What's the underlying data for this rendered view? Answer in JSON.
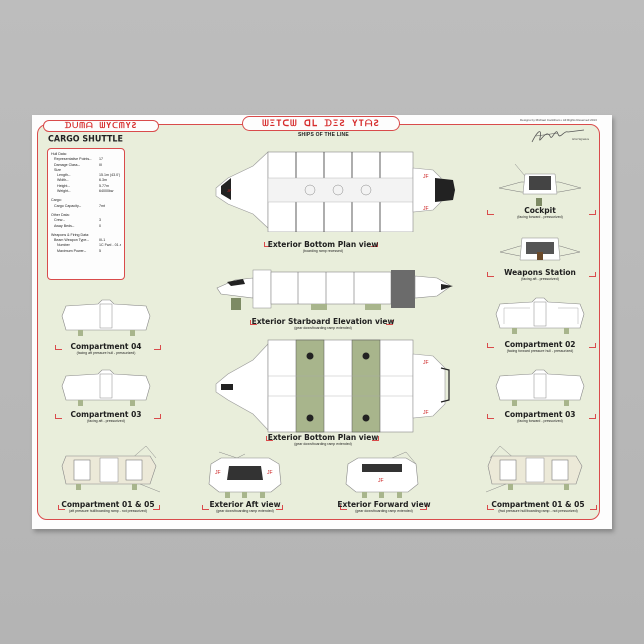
{
  "poster": {
    "credit_line": "Designs by Michael Cocktham • All Rights Reserved 2013",
    "signature_label": "Artist Signature",
    "colors": {
      "background": "#b9b9b9",
      "paper": "#fdfdfd",
      "panel": "#e9eedb",
      "accent_red": "#d94b4b",
      "hull_green": "#a8b58c"
    }
  },
  "header": {
    "left_title_glyphs": "ᗪᑌᗰᗩ ᗯYᑕᗰYƧ",
    "center_title_glyphs": "ᗯΞTᑕᗯ ᗡᒪ ᗪΞƧ YTᗩƧ",
    "center_subtitle": "Ships of the Line",
    "cargo_title": "CARGO SHUTTLE"
  },
  "specs": {
    "rows": [
      {
        "k": "Hull Data:",
        "v": "",
        "indent": 0
      },
      {
        "k": "Representative Points--",
        "v": "17",
        "indent": 1
      },
      {
        "k": "Damage Class--",
        "v": "III",
        "indent": 1
      },
      {
        "k": "Size",
        "v": "",
        "indent": 1
      },
      {
        "k": "Length--",
        "v": "15.1m (43.0')",
        "indent": 2
      },
      {
        "k": "Width--",
        "v": "6.3m",
        "indent": 2
      },
      {
        "k": "Height--",
        "v": "5.77m",
        "indent": 2
      },
      {
        "k": "Weight--",
        "v": "64000kw",
        "indent": 2
      },
      {
        "gap": true
      },
      {
        "k": "Cargo:",
        "v": "",
        "indent": 0
      },
      {
        "k": "Cargo Capacity--",
        "v": "7mt",
        "indent": 1
      },
      {
        "gap": true
      },
      {
        "k": "Other Data:",
        "v": "",
        "indent": 0
      },
      {
        "k": "Crew--",
        "v": "3",
        "indent": 1
      },
      {
        "k": "Away Beds--",
        "v": "0",
        "indent": 1
      },
      {
        "gap": true
      },
      {
        "k": "Weapons & Firing Data:",
        "v": "",
        "indent": 0
      },
      {
        "k": "Beam Weapon Type--",
        "v": "III-1",
        "indent": 1
      },
      {
        "k": "Number",
        "v": "1C Fwd - 01 aft",
        "indent": 2
      },
      {
        "k": "Maximum Power--",
        "v": "5",
        "indent": 2
      }
    ]
  },
  "views": [
    {
      "id": "bottom-plan-top",
      "title": "Exterior Bottom Plan view",
      "sub": "(boarding ramp recessed)"
    },
    {
      "id": "starboard",
      "title": "Exterior Starboard Elevation view",
      "sub": "(gear down/boarding ramp extended)"
    },
    {
      "id": "bottom-plan",
      "title": "Exterior Bottom Plan view",
      "sub": "(gear down/boarding ramp extended)"
    },
    {
      "id": "aft",
      "title": "Exterior Aft view",
      "sub": "(gear down/boarding ramp extended)"
    },
    {
      "id": "forward",
      "title": "Exterior Forward view",
      "sub": "(gear down/boarding ramp extended)"
    },
    {
      "id": "cockpit",
      "title": "Cockpit",
      "sub": "(facing forward - pressurized)"
    },
    {
      "id": "weapons",
      "title": "Weapons Station",
      "sub": "(facing aft - pressurized)"
    },
    {
      "id": "comp02",
      "title": "Compartment 02",
      "sub": "(facing forward pressure hull - pressurized)"
    },
    {
      "id": "comp03-r",
      "title": "Compartment 03",
      "sub": "(facing forward - pressurized)"
    },
    {
      "id": "comp04",
      "title": "Compartment 04",
      "sub": "(facing aft pressure hull - pressurized)"
    },
    {
      "id": "comp03-l",
      "title": "Compartment 03",
      "sub": "(facing aft - pressurized)"
    },
    {
      "id": "comp0105-l",
      "title": "Compartment 01 & 05",
      "sub": "(aft pressure hull/boarding ramp - not pressurized)"
    },
    {
      "id": "comp0105-r",
      "title": "Compartment 01 & 05",
      "sub": "(fwd pressure hull/boarding ramp - not pressurized)"
    }
  ]
}
